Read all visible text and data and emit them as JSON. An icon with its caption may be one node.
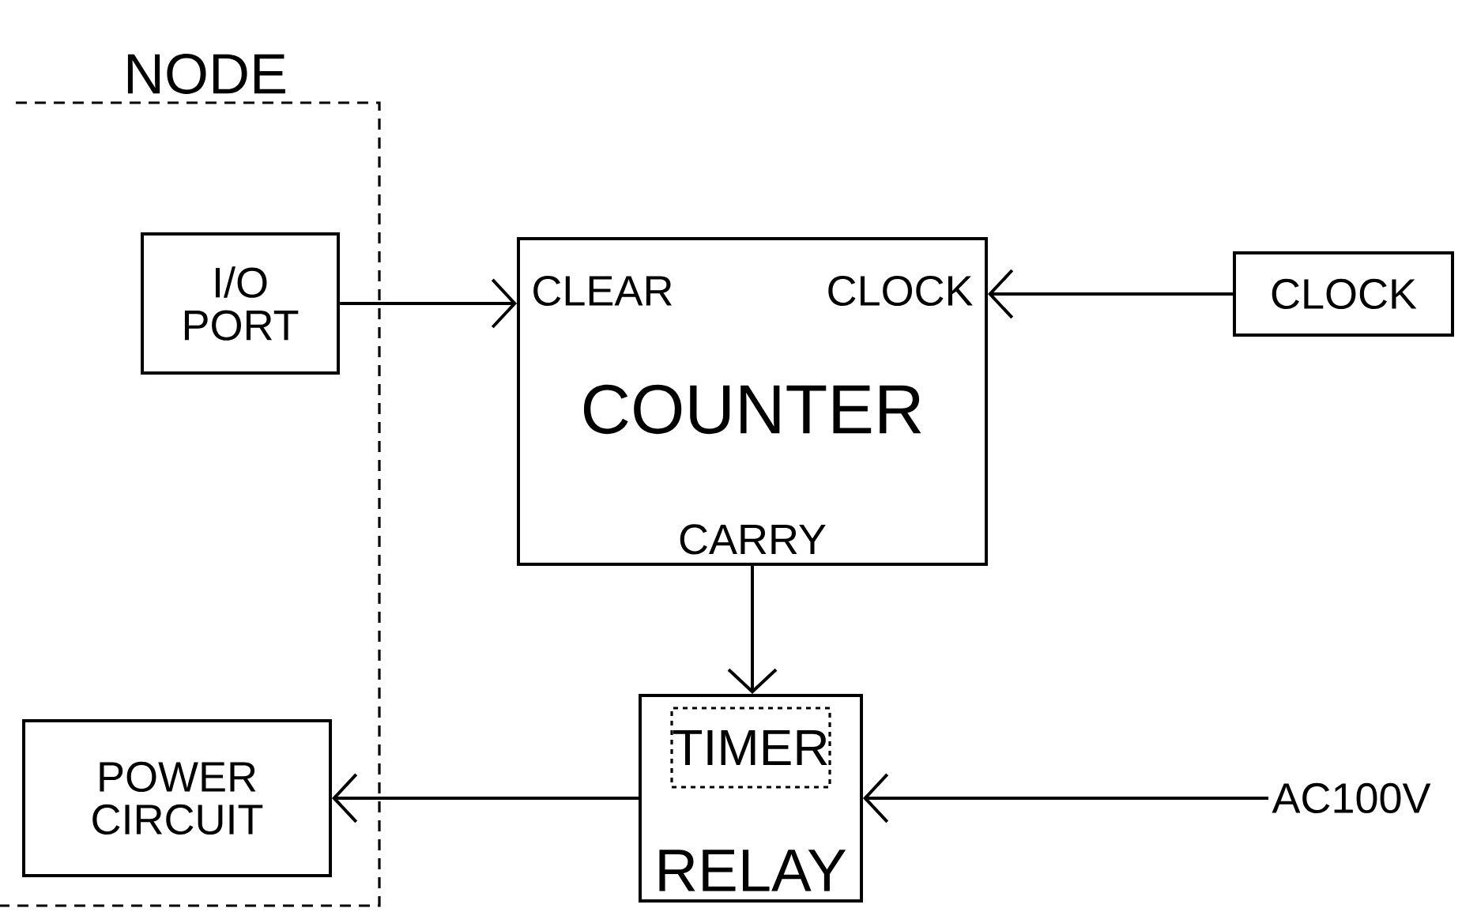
{
  "diagram": {
    "nodes": [
      {
        "text": [
          "NODE"
        ]
      },
      {
        "text": [
          "I/O PORT"
        ],
        "in": 0
      },
      {
        "text": [
          "CLEAR",
          "CLOCK",
          "COUNTER",
          "CARRY"
        ]
      },
      {
        "text": [
          "CLOCK"
        ]
      },
      {
        "text": [
          "RELAY"
        ]
      },
      {
        "text": [
          "TIMER"
        ],
        "in": 4
      },
      {
        "text": [
          "POWER CIRCUIT"
        ],
        "in": 0
      },
      {
        "text": [
          "AC100V"
        ]
      }
    ],
    "edges": [
      {
        "from": 1,
        "to": 2,
        "arrow": "to"
      },
      {
        "from": 3,
        "to": 2,
        "arrow": "to"
      },
      {
        "from": 2,
        "to": 4,
        "arrow": "to"
      },
      {
        "from": 7,
        "to": 4,
        "arrow": "to"
      },
      {
        "from": 4,
        "to": 6,
        "arrow": "to"
      }
    ]
  }
}
